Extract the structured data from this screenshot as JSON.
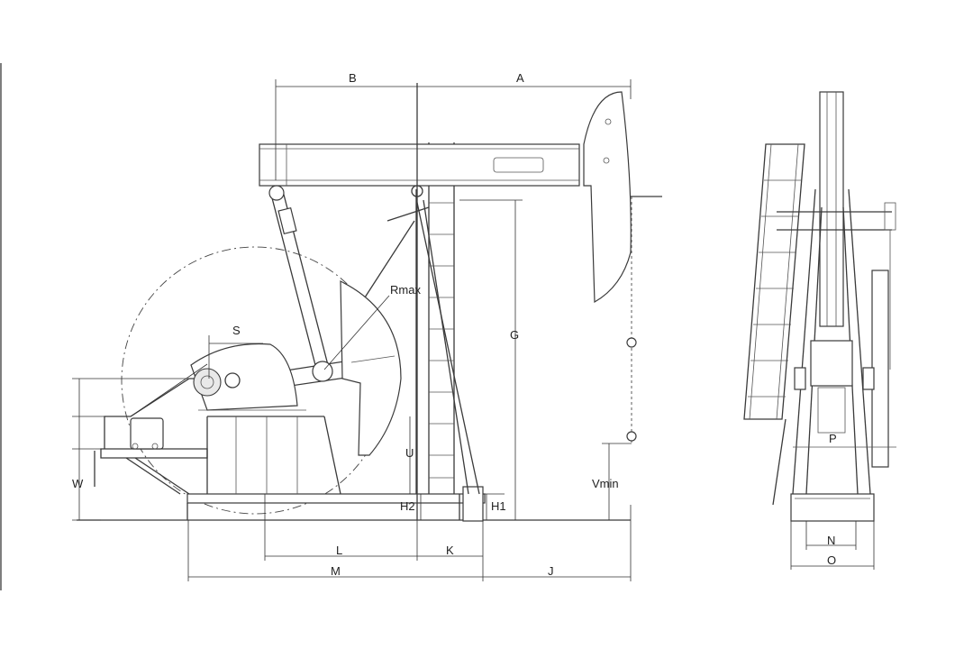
{
  "dimensions": {
    "A": "A",
    "B": "B",
    "G": "G",
    "S": "S",
    "Rmax": "Rmax",
    "U": "U",
    "H2": "H2",
    "H1": "H1",
    "W": "W",
    "L": "L",
    "K": "K",
    "M": "M",
    "J": "J",
    "Vmin": "Vmin",
    "P": "P",
    "N": "N",
    "O": "O"
  },
  "colors": {
    "line": "#3a3a3a",
    "background": "#ffffff"
  }
}
